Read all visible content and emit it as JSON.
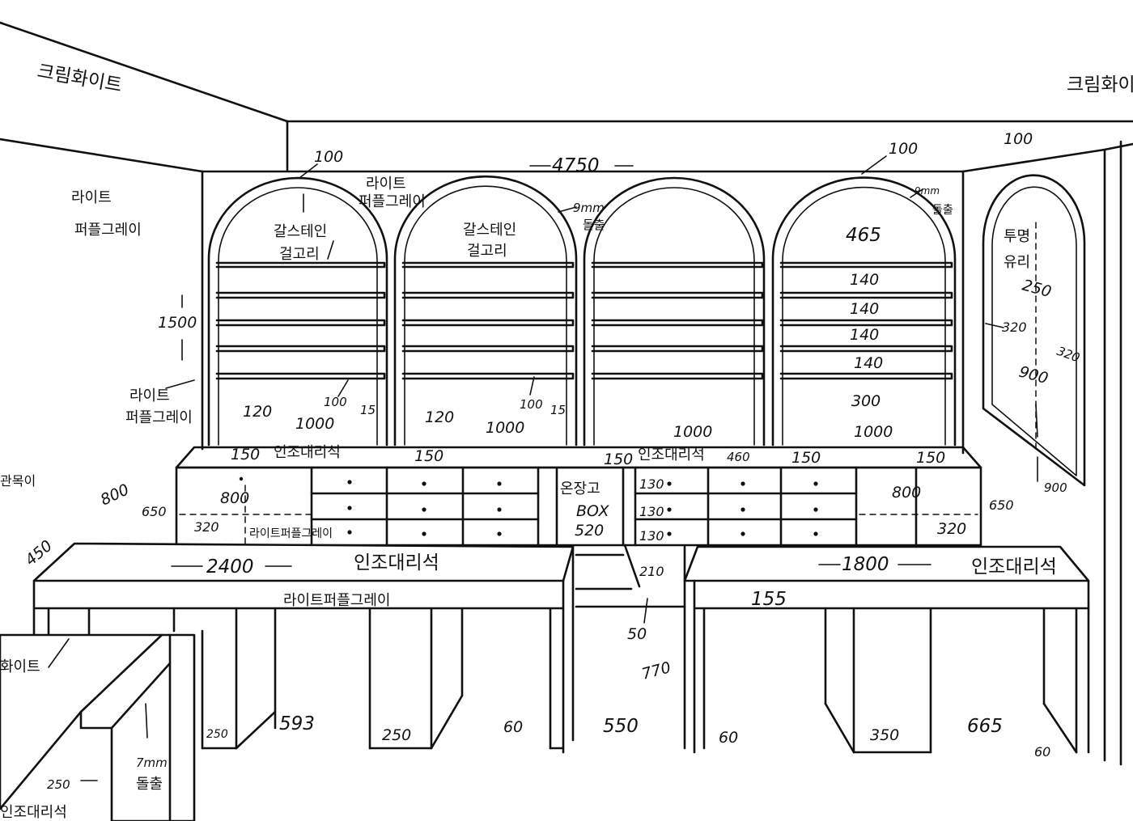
{
  "colors": {
    "ink": "#111111",
    "paper": "#ffffff"
  },
  "labels": {
    "cream_white_left": "크림화이트",
    "cream_white_right": "크림화이트",
    "light_purple_gray_left": "라이트",
    "light_purple_gray_left2": "퍼플그레이",
    "light_purple_gray_top1": "라이트",
    "light_purple_gray_top2": "퍼플그레이",
    "light_purple_gray_side1": "라이트",
    "light_purple_gray_side2": "퍼플그레이",
    "light_purple_gray_table": "라이트퍼플그레이",
    "light_purple_gray_drawer": "라이트퍼플그레이",
    "stainless_1a": "갈스테인",
    "stainless_1b": "걸고리",
    "stainless_2a": "갈스테인",
    "stainless_2b": "걸고리",
    "glass_1": "투명",
    "glass_2": "유리",
    "marble_counter_left": "인조대리석",
    "marble_counter_mid": "인조대리석",
    "marble_table_left": "인조대리석",
    "marble_table_right": "인조대리석",
    "marble_bottom": "인조대리석",
    "fridge_1": "온장고",
    "fridge_2": "BOX",
    "expose_1": "9mm",
    "expose_2": "돌출",
    "expose_3": "9mm",
    "expose_4": "돌출",
    "expose_5": "7mm",
    "expose_6": "돌출",
    "white_bottom": "화이트",
    "left_edge": "관목이"
  },
  "dims": {
    "total_width": "4750",
    "arch_top_1": "100",
    "arch_top_2": "100",
    "arch_top_3": "100",
    "height_1500": "1500",
    "shelf_top": "465",
    "shelf_140_a": "140",
    "shelf_140_b": "140",
    "shelf_140_c": "140",
    "shelf_140_d": "140",
    "shelf_300": "300",
    "w1000_a": "1000",
    "w1000_b": "1000",
    "w1000_c": "1000",
    "w1000_d": "1000",
    "d120_a": "120",
    "d120_b": "120",
    "d100_a": "100",
    "d15_a": "15",
    "d100_b": "100",
    "d15_b": "15",
    "d150_a": "150",
    "d150_b": "150",
    "d150_c": "150",
    "d150_d": "150",
    "d150_e": "150",
    "d460": "460",
    "d800_a": "800",
    "d800_b": "800",
    "d800_c": "800",
    "d650_a": "650",
    "d650_b": "650",
    "d320_a": "320",
    "d320_b": "320",
    "d520": "520",
    "d130_a": "130",
    "d130_b": "130",
    "d130_c": "130",
    "d2400": "2400",
    "d1800": "1800",
    "d450": "450",
    "d210": "210",
    "d50": "50",
    "d155": "155",
    "d770": "770",
    "d250_a": "250",
    "d593": "593",
    "d250_b": "250",
    "d60_a": "60",
    "d550": "550",
    "d60_b": "60",
    "d350": "350",
    "d665": "665",
    "d60_c": "60",
    "d250_c": "250",
    "d250_win": "250",
    "d320_win_a": "320",
    "d320_win_b": "320",
    "d900_a": "900",
    "d900_b": "900"
  }
}
